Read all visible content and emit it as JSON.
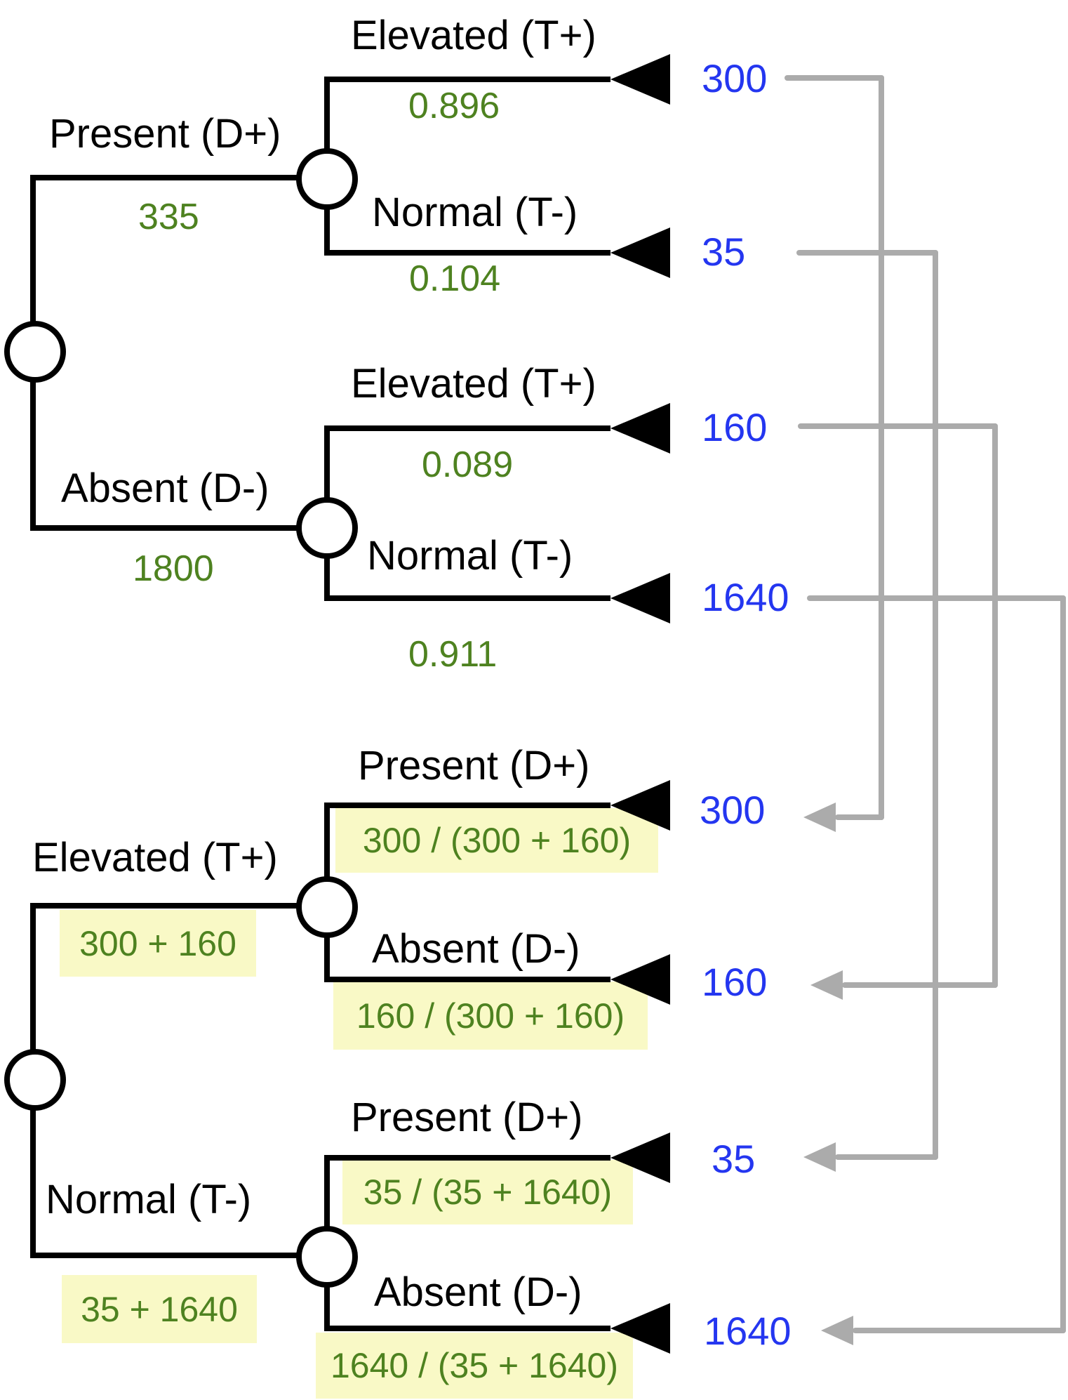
{
  "colors": {
    "branch_black": "#000000",
    "value_green": "#4e8220",
    "count_blue": "#2436f0",
    "highlight_yellow": "#f9f9c6",
    "connector_gray": "#ababab"
  },
  "top_tree": {
    "branches": [
      {
        "label": "Present (D+)",
        "value": "335"
      },
      {
        "label": "Absent (D-)",
        "value": "1800"
      }
    ],
    "leaves": [
      {
        "label": "Elevated (T+)",
        "prob": "0.896",
        "count": "300"
      },
      {
        "label": "Normal (T-)",
        "prob": "0.104",
        "count": "35"
      },
      {
        "label": "Elevated (T+)",
        "prob": "0.089",
        "count": "160"
      },
      {
        "label": "Normal (T-)",
        "prob": "0.911",
        "count": "1640"
      }
    ]
  },
  "bottom_tree": {
    "branches": [
      {
        "label": "Elevated (T+)",
        "value": "300 + 160"
      },
      {
        "label": "Normal (T-)",
        "value": "35 + 1640"
      }
    ],
    "leaves": [
      {
        "label": "Present (D+)",
        "formula": "300 / (300 + 160)",
        "count": "300"
      },
      {
        "label": "Absent (D-)",
        "formula": "160 / (300 + 160)",
        "count": "160"
      },
      {
        "label": "Present (D+)",
        "formula": "35 / (35 + 1640)",
        "count": "35"
      },
      {
        "label": "Absent (D-)",
        "formula": "1640 / (35 + 1640)",
        "count": "1640"
      }
    ]
  },
  "connections": [
    {
      "from_top_leaf": "300",
      "to_bottom_leaf": "300"
    },
    {
      "from_top_leaf": "35",
      "to_bottom_leaf": "35"
    },
    {
      "from_top_leaf": "160",
      "to_bottom_leaf": "160"
    },
    {
      "from_top_leaf": "1640",
      "to_bottom_leaf": "1640"
    }
  ]
}
